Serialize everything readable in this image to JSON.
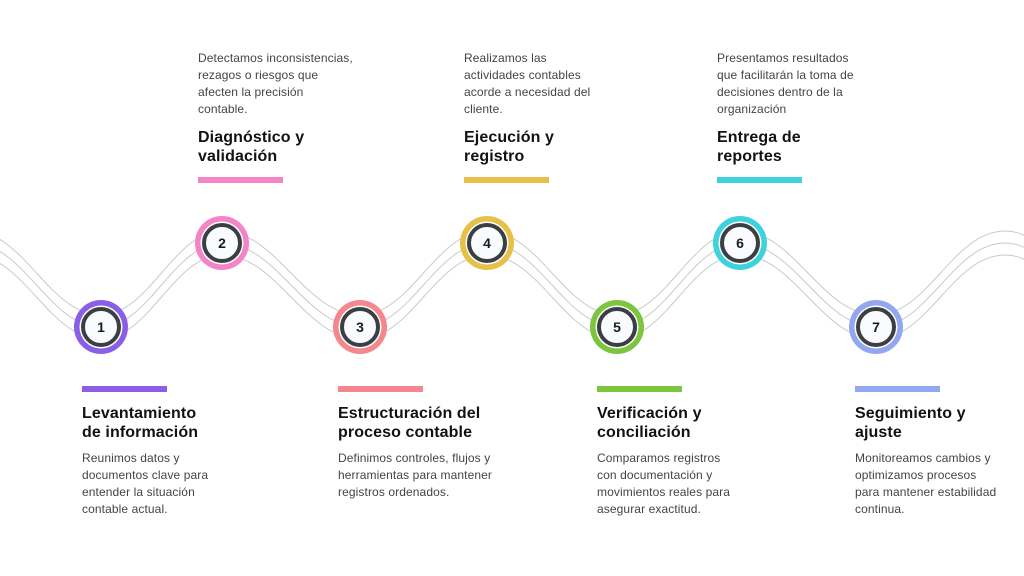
{
  "page": {
    "background_color": "#ffffff"
  },
  "wave": {
    "stroke_color": "#c9c9c9",
    "strand_count": 3
  },
  "marker_style": {
    "ring_gap_color": "#ffffff",
    "inner_ring_color": "#3a3f44",
    "inner_fill": "#fafbfe",
    "number_color": "#1c1c1c"
  },
  "steps": [
    {
      "number": "1",
      "accent_color": "#8a5fe6",
      "title": "Levantamiento de información",
      "description": "Reunimos datos y documentos clave para entender la situación contable actual."
    },
    {
      "number": "2",
      "accent_color": "#f384c8",
      "title": "Diagnóstico y validación",
      "description": "Detectamos inconsistencias, rezagos o riesgos que afecten la precisión contable."
    },
    {
      "number": "3",
      "accent_color": "#f4878e",
      "title": "Estructuración del proceso contable",
      "description": "Definimos controles, flujos y herramientas para mantener registros ordenados."
    },
    {
      "number": "4",
      "accent_color": "#e7c04a",
      "title": "Ejecución y registro",
      "description": "Realizamos las actividades contables acorde a necesidad del cliente."
    },
    {
      "number": "5",
      "accent_color": "#7dc53f",
      "title": "Verificación y conciliación",
      "description": "Comparamos registros con documentación y movimientos reales para asegurar exactitud."
    },
    {
      "number": "6",
      "accent_color": "#3ed2dc",
      "title": "Entrega de reportes",
      "description": "Presentamos resultados que facilitarán la toma de decisiones dentro de la organización"
    },
    {
      "number": "7",
      "accent_color": "#92a7ef",
      "title": "Seguimiento y ajuste",
      "description": "Monitoreamos cambios y optimizamos procesos para mantener estabilidad continua."
    }
  ]
}
